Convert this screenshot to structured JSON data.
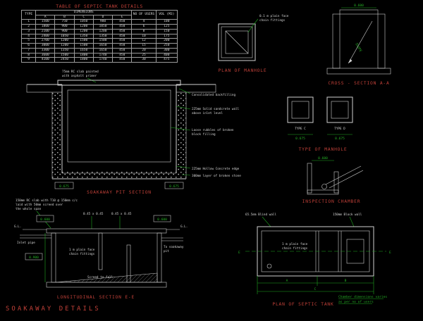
{
  "colors": {
    "bg": "#000000",
    "line": "#cfcfcf",
    "red": "#c04038",
    "green": "#1fa51f",
    "white": "#d8d8d8"
  },
  "table": {
    "title": "TABLE OF SEPTIC TANK DETAILS",
    "col_type": "TYPE",
    "col_dimensions": "DIMENSIONS",
    "col_users": "NO OF USERS",
    "col_vol": "VOL (M3)",
    "sub_headers": [
      "A",
      "B",
      "C",
      "D",
      "E"
    ],
    "rows": [
      {
        "type": "1",
        "a": "1500",
        "b": "750",
        "c": "1050",
        "d": "900",
        "e": "450",
        "users": "4",
        "vol": "100"
      },
      {
        "type": "2",
        "a": "1800",
        "b": "900",
        "c": "1200",
        "d": "1050",
        "e": "450",
        "users": "6",
        "vol": "125"
      },
      {
        "type": "3",
        "a": "2100",
        "b": "900",
        "c": "1200",
        "d": "1200",
        "e": "450",
        "users": "8",
        "vol": "150"
      },
      {
        "type": "4",
        "a": "2400",
        "b": "1050",
        "c": "1350",
        "d": "1350",
        "e": "450",
        "users": "10",
        "vol": "175"
      },
      {
        "type": "5",
        "a": "2700",
        "b": "1200",
        "c": "1500",
        "d": "1500",
        "e": "450",
        "users": "12",
        "vol": "200"
      },
      {
        "type": "6",
        "a": "3000",
        "b": "1200",
        "c": "1500",
        "d": "1650",
        "e": "450",
        "users": "15",
        "vol": "250"
      },
      {
        "type": "7",
        "a": "3300",
        "b": "1350",
        "c": "1650",
        "d": "1650",
        "e": "450",
        "users": "20",
        "vol": "300"
      },
      {
        "type": "8",
        "a": "3600",
        "b": "1500",
        "c": "1800",
        "d": "1740",
        "e": "450",
        "users": "25",
        "vol": "400"
      },
      {
        "type": "9",
        "a": "4100",
        "b": "2450",
        "c": "1800",
        "d": "1740",
        "e": "450",
        "users": "30",
        "vol": "475"
      }
    ]
  },
  "plan_manhole": {
    "label": "PLAN OF MANHOLE",
    "note": [
      "0.1 m plain face",
      "chain fittings"
    ]
  },
  "cross_section": {
    "label": "CROSS - SECTION A-A",
    "dim_top": "0.600",
    "slope": "SLOPE"
  },
  "type_manhole": {
    "label": "TYPE OF MANHOLE",
    "left": {
      "name": "TYPE C",
      "dim": "0.675"
    },
    "right": {
      "name": "TYPE D",
      "dim": "0.675"
    }
  },
  "inspection": {
    "label": "INSPECTION CHAMBER",
    "dim_top": "0.600"
  },
  "soakaway_pit": {
    "label": "SOAKAWAY PIT SECTION",
    "slab_note": [
      "75mm RC slab painted",
      "with asphalt primer"
    ],
    "ann_backfill": "Consolidated backfilling",
    "ann_wall": [
      "225mm Solid sandcrete wall",
      "above inlet level"
    ],
    "ann_rubble": [
      "Loose rubbles of broken",
      "block filling"
    ],
    "ann_edge": "225mm Hollow Concrete edge",
    "ann_stone": "300mm layer of broken stone",
    "dim_left": "0.675",
    "dim_right": "0.675"
  },
  "long_section": {
    "label": "LONGITUDINAL SECTION E-E",
    "slab_note": [
      "150mm RC slab with T10 @ 150mm c/c",
      "laid with 50mm screed over",
      "the whole span"
    ],
    "dim_left_box": "0.600",
    "dim_right_box": "0.600",
    "dim_side_box": "0.900",
    "cover_1": "0.45 x 0.45",
    "cover_2": "0.45 x 0.45",
    "gl_left": "G.L.",
    "gl_right": "G.L.",
    "inlet": "Inlet pipe",
    "center_note": [
      "1 m plain face",
      "chain fittings"
    ],
    "outlet": [
      "To soakaway",
      "pit"
    ],
    "screed": "Screed to fall"
  },
  "septic_plan": {
    "label": "PLAN OF SEPTIC TANK",
    "note_blind": "65.5mm Blind wall",
    "note_block": "150mm Block wall",
    "center_note": [
      "1 m plain face",
      "chain fittings"
    ],
    "marker_left": "E",
    "marker_right": "E",
    "dim_a": "A",
    "dim_b": "B",
    "dim_c": "C",
    "users_note": [
      "Chamber dimensions varies",
      "as per no of users"
    ]
  },
  "footer": {
    "title": "SOAKAWAY DETAILS"
  }
}
